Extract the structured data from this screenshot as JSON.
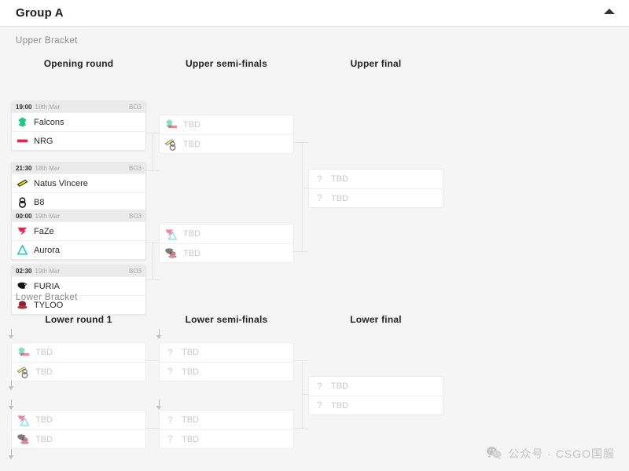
{
  "header": {
    "title": "Group A",
    "collapse_icon": "chevron-up-icon"
  },
  "brackets": {
    "upper_label": "Upper Bracket",
    "lower_label": "Lower Bracket"
  },
  "rounds": {
    "upper": [
      "Opening round",
      "Upper semi-finals",
      "Upper final"
    ],
    "lower": [
      "Lower round 1",
      "Lower semi-finals",
      "Lower final"
    ]
  },
  "tbd_label": "TBD",
  "upper_opening": [
    {
      "time": "19:00",
      "date": "18th Mar",
      "format": "BO3",
      "team1": "Falcons",
      "team1_logo": "falcons-logo",
      "team2": "NRG",
      "team2_logo": "nrg-logo"
    },
    {
      "time": "21:30",
      "date": "18th Mar",
      "format": "BO3",
      "team1": "Natus Vincere",
      "team1_logo": "navi-logo",
      "team2": "B8",
      "team2_logo": "b8-logo"
    },
    {
      "time": "00:00",
      "date": "19th Mar",
      "format": "BO3",
      "team1": "FaZe",
      "team1_logo": "faze-logo",
      "team2": "Aurora",
      "team2_logo": "aurora-logo"
    },
    {
      "time": "02:30",
      "date": "19th Mar",
      "format": "BO3",
      "team1": "FURIA",
      "team1_logo": "furia-logo",
      "team2": "TYLOO",
      "team2_logo": "tyloo-logo"
    }
  ],
  "upper_semis": [
    {
      "team1": "TBD",
      "team2": "TBD",
      "team1_logos": [
        "falcons-logo",
        "nrg-logo"
      ],
      "team2_logos": [
        "navi-logo",
        "b8-logo"
      ]
    },
    {
      "team1": "TBD",
      "team2": "TBD",
      "team1_logos": [
        "faze-logo",
        "aurora-logo"
      ],
      "team2_logos": [
        "furia-logo",
        "tyloo-logo"
      ]
    }
  ],
  "upper_final": {
    "team1": "TBD",
    "team2": "TBD",
    "icon": "question-icon"
  },
  "lower_round1": [
    {
      "team1": "TBD",
      "team2": "TBD",
      "team1_logos": [
        "falcons-logo",
        "nrg-logo"
      ],
      "team2_logos": [
        "navi-logo",
        "b8-logo"
      ]
    },
    {
      "team1": "TBD",
      "team2": "TBD",
      "team1_logos": [
        "faze-logo",
        "aurora-logo"
      ],
      "team2_logos": [
        "furia-logo",
        "tyloo-logo"
      ]
    }
  ],
  "lower_semis": [
    {
      "team1": "TBD",
      "team2": "TBD",
      "icon": "question-icon"
    },
    {
      "team1": "TBD",
      "team2": "TBD",
      "icon": "question-icon"
    }
  ],
  "lower_final": {
    "team1": "TBD",
    "team2": "TBD",
    "icon": "question-icon"
  },
  "watermark": {
    "text": "公众号 · CSGO国服",
    "icon": "wechat-icon"
  },
  "colors": {
    "page_bg": "#f5f5f5",
    "card_bg": "#ffffff",
    "card_head_bg": "#ebebeb",
    "connector": "#e3e3e3",
    "text": "#2b2b2b",
    "muted": "#9a9a9a",
    "tbd": "#c9c9c9"
  }
}
